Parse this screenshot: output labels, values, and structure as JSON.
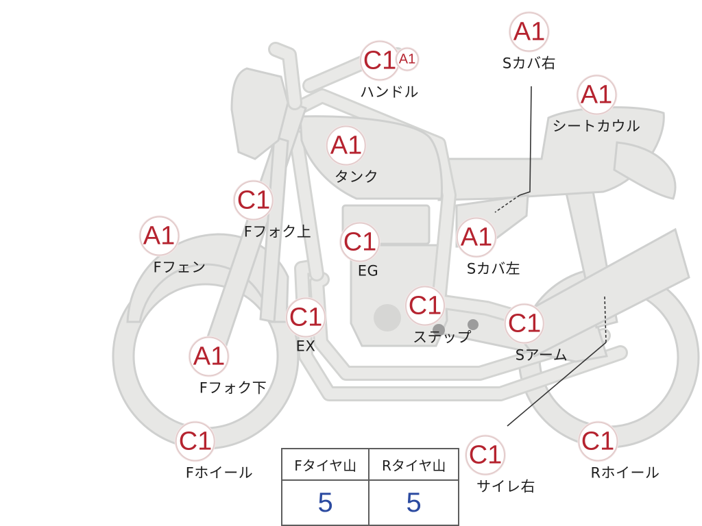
{
  "parts": [
    {
      "id": "handle",
      "grade": "C1",
      "extra": "A1",
      "label": "ハンドル"
    },
    {
      "id": "s-cover-right",
      "grade": "A1",
      "label": "Sカバ右"
    },
    {
      "id": "seat-cowl",
      "grade": "A1",
      "label": "シートカウル"
    },
    {
      "id": "tank",
      "grade": "A1",
      "label": "タンク"
    },
    {
      "id": "f-fork-upper",
      "grade": "C1",
      "label": "Fフォク上"
    },
    {
      "id": "engine",
      "grade": "C1",
      "label": "EG"
    },
    {
      "id": "s-cover-left",
      "grade": "A1",
      "label": "Sカバ左"
    },
    {
      "id": "f-fender",
      "grade": "A1",
      "label": "Fフェン"
    },
    {
      "id": "exhaust",
      "grade": "C1",
      "label": "EX"
    },
    {
      "id": "step",
      "grade": "C1",
      "label": "ステップ"
    },
    {
      "id": "s-arm",
      "grade": "C1",
      "label": "Sアーム"
    },
    {
      "id": "f-fork-lower",
      "grade": "A1",
      "label": "Fフォク下"
    },
    {
      "id": "f-wheel",
      "grade": "C1",
      "label": "Fホイール"
    },
    {
      "id": "silencer-right",
      "grade": "C1",
      "label": "サイレ右"
    },
    {
      "id": "r-wheel",
      "grade": "C1",
      "label": "Rホイール"
    }
  ],
  "tread": {
    "front_header": "Fタイヤ山",
    "rear_header": "Rタイヤ山",
    "front_value": "5",
    "rear_value": "5"
  },
  "colors": {
    "part_fill": "#e7e7e5",
    "part_outline": "#cfd0cf",
    "grade_text": "#b5232f",
    "tread_value": "#2b4aa0"
  }
}
